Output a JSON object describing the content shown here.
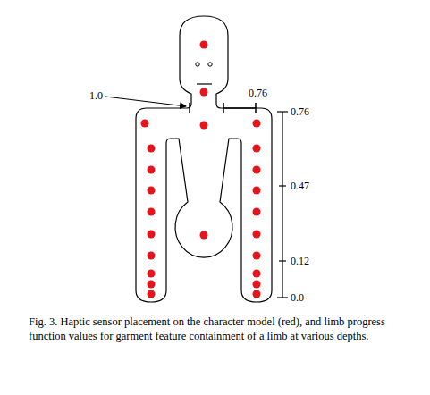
{
  "diagram": {
    "caption": "Fig. 3. Haptic sensor placement on the character model (red), and limb progress function values for garment feature containment of a limb at various depths.",
    "labels": [
      "1.0",
      "0.76",
      "0.76",
      "0.47",
      "0.12",
      "0.0"
    ]
  }
}
